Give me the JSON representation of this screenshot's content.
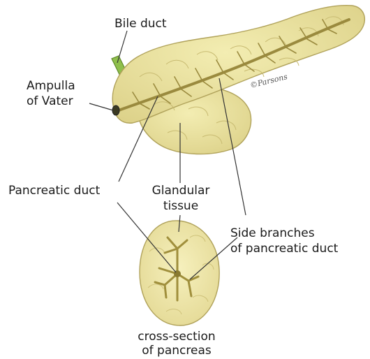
{
  "diagram": {
    "labels": {
      "bile_duct": "Bile duct",
      "ampulla_line1": "Ampulla",
      "ampulla_line2": "of Vater",
      "pancreatic_duct": "Pancreatic duct",
      "glandular_line1": "Glandular",
      "glandular_line2": "tissue",
      "side_branches_line1": "Side branches",
      "side_branches_line2": "of pancreatic duct",
      "cross_section_line1": "cross-section",
      "cross_section_line2": "of pancreas"
    },
    "signature": "©Parsons",
    "colors": {
      "tissue": "#ede6a0",
      "tissue_outline": "#b0a25a",
      "duct": "#9a8a3e",
      "bile": "#8fbf4c",
      "leader": "#333333"
    }
  }
}
